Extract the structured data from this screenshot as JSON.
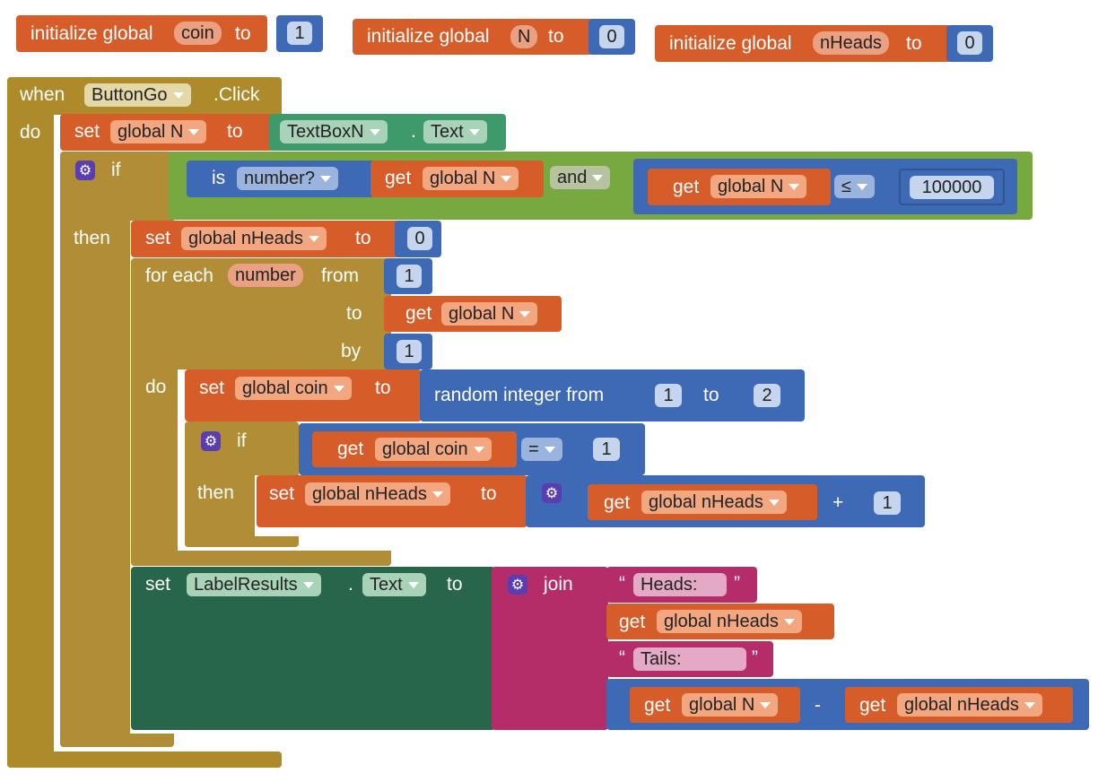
{
  "globals": [
    {
      "prefix": "initialize global",
      "name": "coin",
      "to": "to",
      "value": "1"
    },
    {
      "prefix": "initialize global",
      "name": "N",
      "to": "to",
      "value": "0"
    },
    {
      "prefix": "initialize global",
      "name": "nHeads",
      "to": "to",
      "value": "0"
    }
  ],
  "event": {
    "when": "when",
    "component": "ButtonGo",
    "event": ".Click",
    "do": "do"
  },
  "set1": {
    "set": "set",
    "var": "global N",
    "to": "to",
    "component": "TextBoxN",
    "dot": ".",
    "prop": "Text"
  },
  "if1": {
    "if": "if",
    "then": "then",
    "isnum": "is",
    "isnum_op": "number?",
    "get": "get",
    "var": "global N",
    "and": "and",
    "cmp_get": "get",
    "cmp_var": "global N",
    "cmp_op": "≤",
    "cmp_value": "100000"
  },
  "set2": {
    "set": "set",
    "var": "global nHeads",
    "to": "to",
    "value": "0"
  },
  "loop": {
    "for_each": "for each",
    "item": "number",
    "from": "from",
    "from_value": "1",
    "to": "to",
    "to_get": "get",
    "to_var": "global N",
    "by": "by",
    "by_value": "1",
    "do": "do"
  },
  "set3": {
    "set": "set",
    "var": "global coin",
    "to": "to",
    "random": "random integer from",
    "lo": "1",
    "to2": "to",
    "hi": "2"
  },
  "if2": {
    "if": "if",
    "then": "then",
    "get": "get",
    "var": "global coin",
    "op": "=",
    "value": "1"
  },
  "set4": {
    "set": "set",
    "var": "global nHeads",
    "to": "to",
    "get": "get",
    "get_var": "global nHeads",
    "plus": "+",
    "value": "1"
  },
  "set5": {
    "set": "set",
    "component": "LabelResults",
    "dot": ".",
    "prop": "Text",
    "to": "to",
    "join": "join",
    "q_open": "“",
    "q_close": "”",
    "text1": "Heads: ",
    "get1": "get",
    "var1": "global nHeads",
    "text2": " Tails: ",
    "get2": "get",
    "var2": "global N",
    "minus": "-",
    "get3": "get",
    "var3": "global nHeads"
  },
  "colors": {
    "event": "#ad8a2a",
    "variables": "#d65d2a",
    "math": "#3e69b4",
    "logic": "#78a840",
    "components": "#27664a",
    "text": "#b42d68",
    "mutator": "#5a3db0"
  },
  "icons": [
    "gear-icon",
    "dropdown-caret-icon"
  ]
}
